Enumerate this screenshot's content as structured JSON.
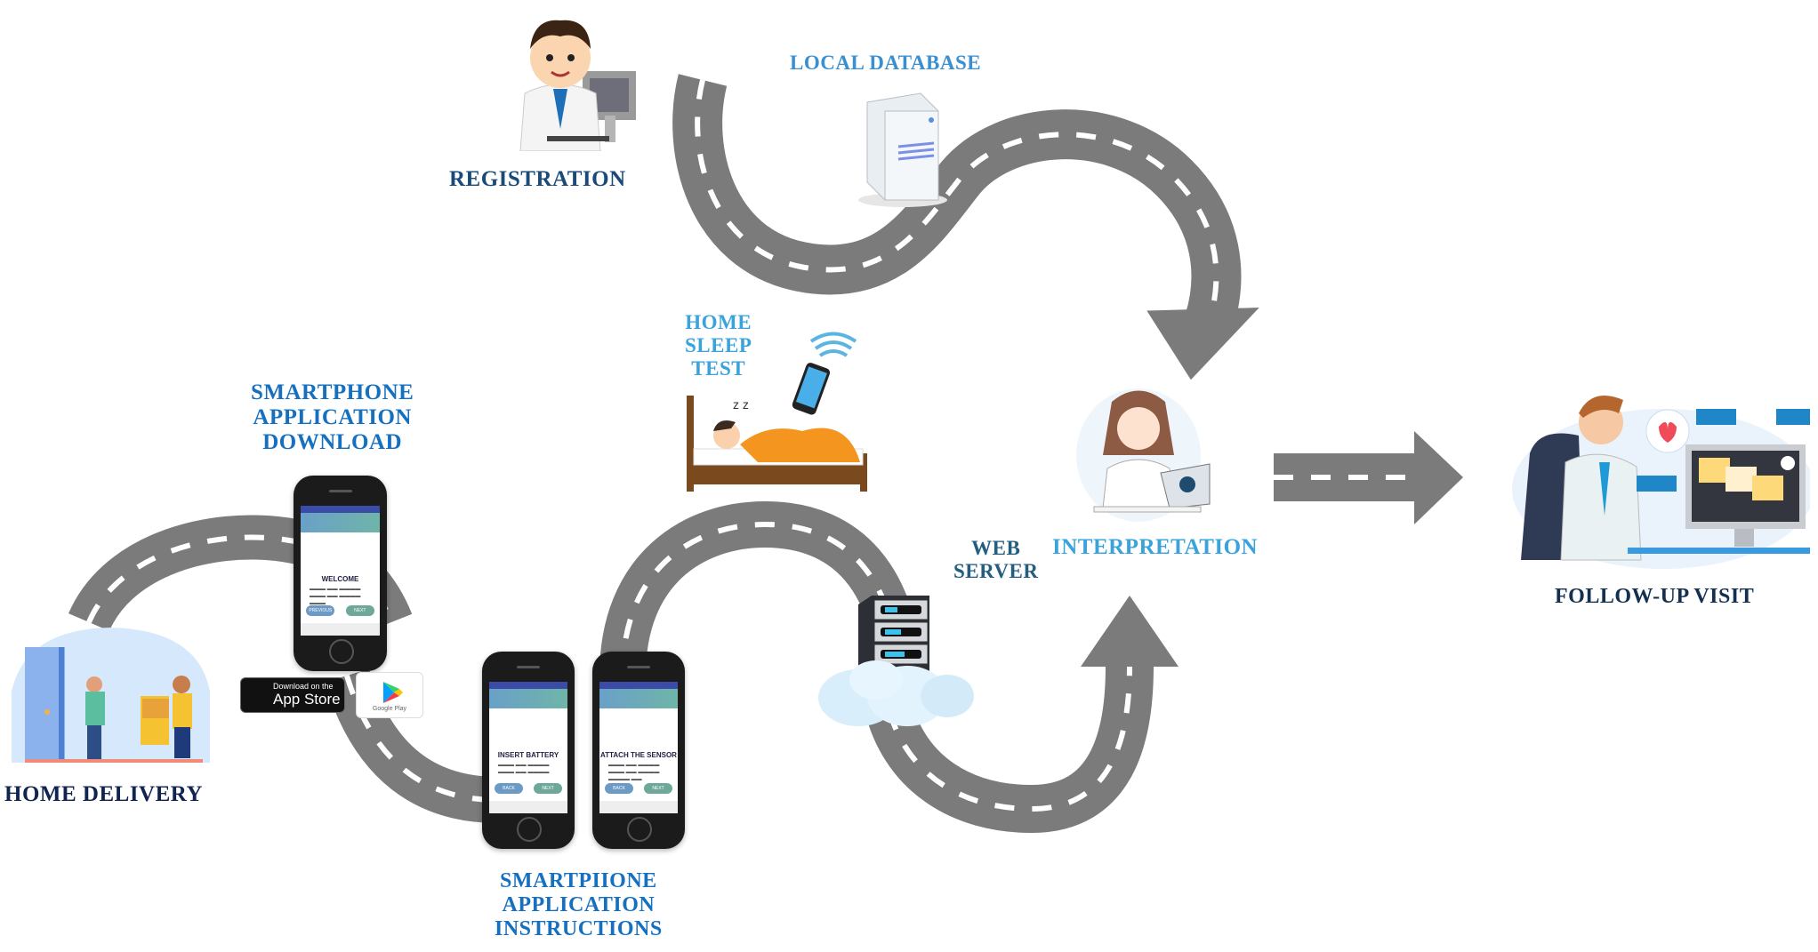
{
  "diagram": {
    "type": "process-flow",
    "description": "Home sleep test workflow depicted as a winding road"
  },
  "steps": [
    {
      "id": "home-delivery",
      "label": "HOME DELIVERY",
      "order": 1
    },
    {
      "id": "app-download",
      "label_lines": [
        "SMARTPHONE",
        "APPLICATION",
        "DOWNLOAD"
      ],
      "order": 2
    },
    {
      "id": "app-instructions",
      "label_lines": [
        "SMARTPIIONE",
        "APPLICATION",
        "INSTRUCTIONS"
      ],
      "order": 3
    },
    {
      "id": "home-sleep-test",
      "label_lines": [
        "HOME",
        "SLEEP",
        "TEST"
      ],
      "order": 4
    },
    {
      "id": "web-server",
      "label_lines": [
        "WEB",
        "SERVER"
      ],
      "order": 5
    },
    {
      "id": "registration",
      "label": "REGISTRATION",
      "order": 0
    },
    {
      "id": "local-database",
      "label": "LOCAL DATABASE",
      "order": 0
    },
    {
      "id": "interpretation",
      "label": "INTERPRETATION",
      "order": 6
    },
    {
      "id": "follow-up",
      "label": "FOLLOW-UP VISIT",
      "order": 7
    }
  ],
  "labels": {
    "registration": "REGISTRATION",
    "local_database": "LOCAL DATABASE",
    "home_sleep_test": [
      "HOME",
      "SLEEP",
      "TEST"
    ],
    "smartphone_download": [
      "SMARTPHONE",
      "APPLICATION",
      "DOWNLOAD"
    ],
    "home_delivery": "HOME DELIVERY",
    "smartphone_instructions": [
      "SMARTPIIONE",
      "APPLICATION",
      "INSTRUCTIONS"
    ],
    "web_server": [
      "WEB",
      "SERVER"
    ],
    "interpretation": "INTERPRETATION",
    "follow_up": "FOLLOW-UP VISIT"
  },
  "app_badges": {
    "appstore_small": "Download on the",
    "appstore_big": "App Store",
    "googleplay": "Google Play"
  },
  "phone_screens": {
    "download": {
      "title": "WELCOME",
      "left_button": "PREVIOUS",
      "right_button": "NEXT"
    },
    "instructions_1": {
      "title": "INSERT BATTERY",
      "left_button": "BACK",
      "right_button": "NEXT"
    },
    "instructions_2": {
      "title": "ATTACH THE SENSOR",
      "left_button": "BACK",
      "right_button": "NEXT"
    }
  },
  "colors": {
    "road": "#7b7b7b",
    "road_dash": "#ffffff",
    "label_dark_blue": "#1a4a78",
    "label_navy": "#0f2550",
    "label_blue": "#1670c0",
    "label_sky": "#3aa3dc"
  }
}
